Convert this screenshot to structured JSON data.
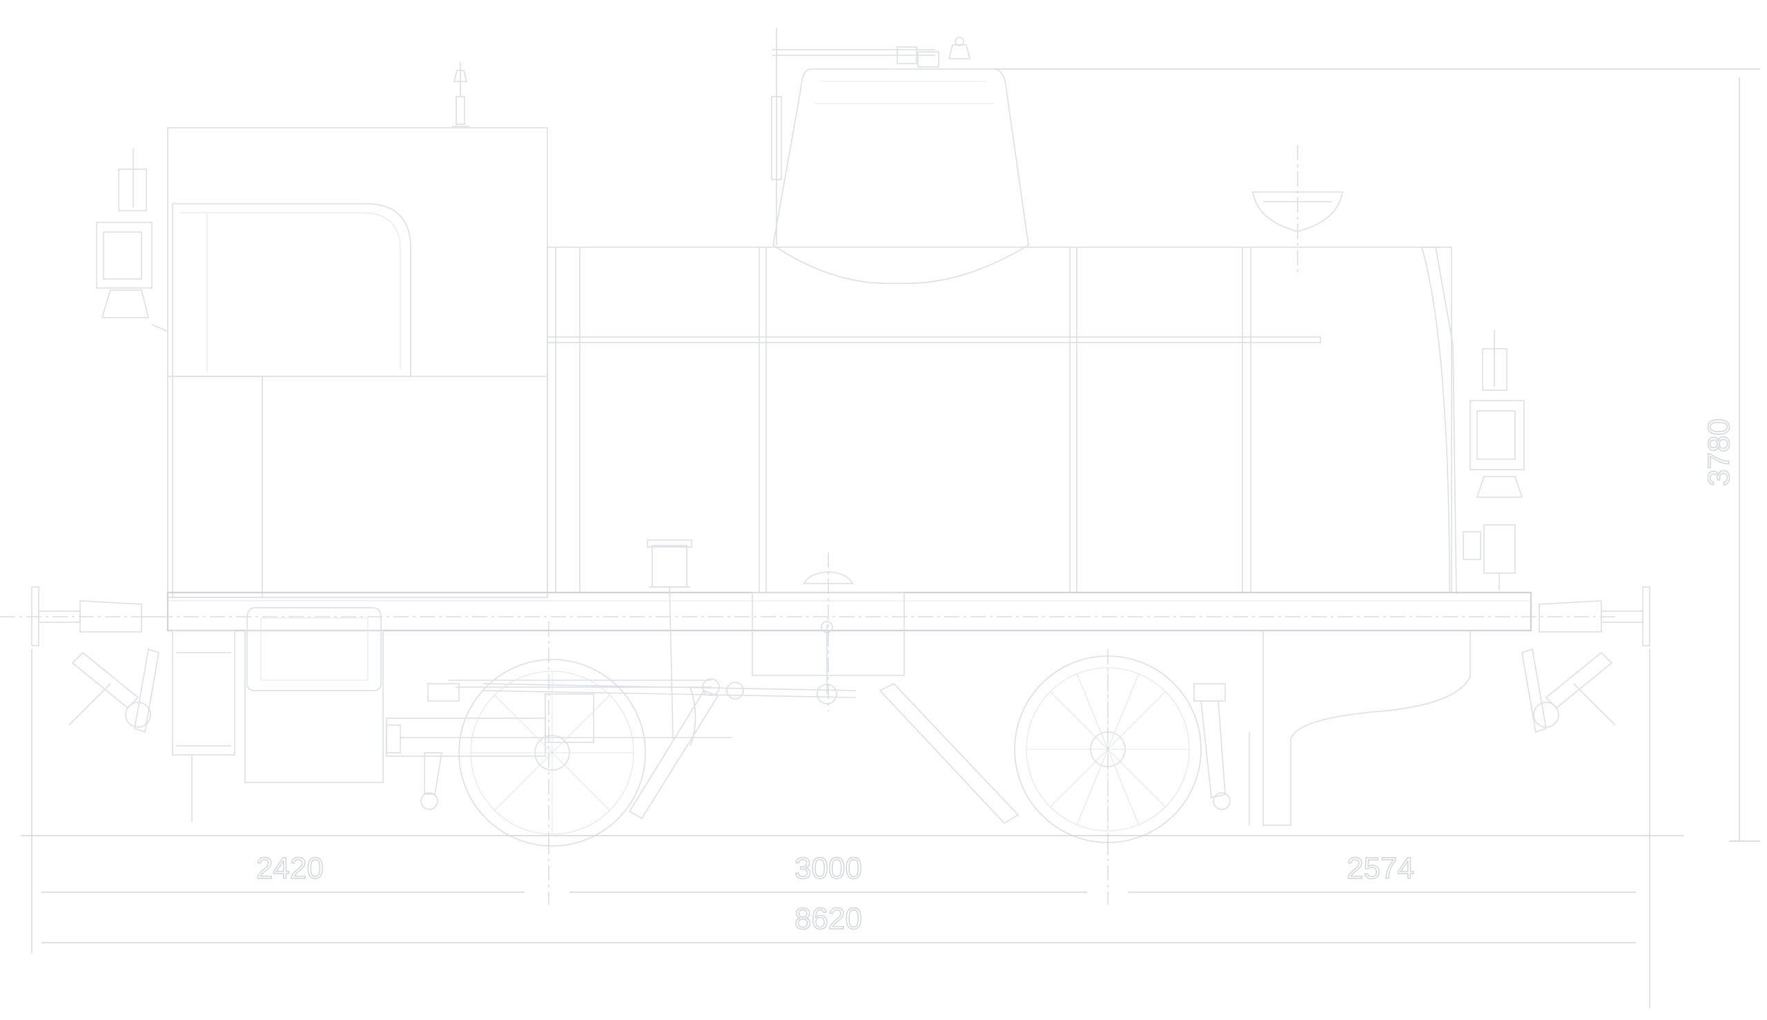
{
  "drawing": {
    "subject": "",
    "line_color": "#dcdfe3",
    "background": "#ffffff"
  },
  "dimensions": {
    "segment_1": "2420",
    "segment_2": "3000",
    "segment_3": "2574",
    "overall_length": "8620",
    "overall_height": "3780"
  }
}
